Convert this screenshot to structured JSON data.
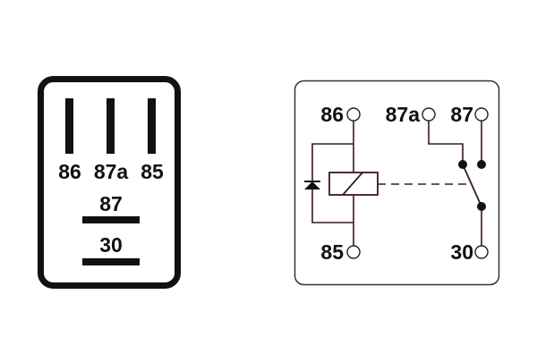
{
  "pin_layout": {
    "top_labels": [
      "86",
      "87a",
      "85"
    ],
    "middle_label": "87",
    "bottom_label": "30"
  },
  "schematic": {
    "terminals": {
      "coil_top": "86",
      "nc": "87a",
      "no": "87",
      "coil_bottom": "85",
      "common": "30"
    }
  },
  "colors": {
    "ink": "#111111",
    "wire": "#3a1a1a"
  }
}
